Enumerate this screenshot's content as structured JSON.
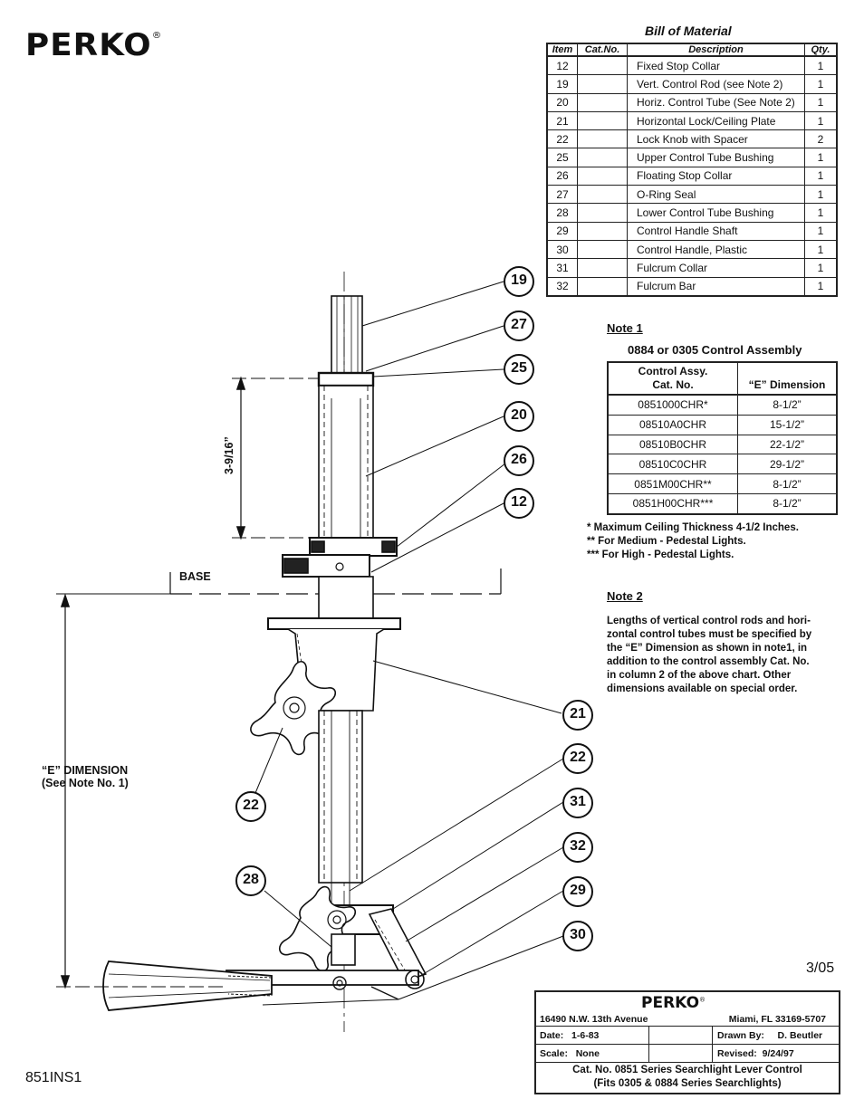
{
  "logo": {
    "text": "PERKO",
    "reg": "®"
  },
  "bom": {
    "title": "Bill of Material",
    "headers": [
      "Item",
      "Cat.No.",
      "Description",
      "Qty."
    ],
    "rows": [
      {
        "item": "12",
        "cat": "",
        "desc": "Fixed Stop Collar",
        "qty": "1"
      },
      {
        "item": "19",
        "cat": "",
        "desc": "Vert. Control Rod (see Note 2)",
        "qty": "1"
      },
      {
        "item": "20",
        "cat": "",
        "desc": "Horiz. Control Tube (See Note 2)",
        "qty": "1"
      },
      {
        "item": "21",
        "cat": "",
        "desc": "Horizontal Lock/Ceiling Plate",
        "qty": "1"
      },
      {
        "item": "22",
        "cat": "",
        "desc": "Lock Knob with Spacer",
        "qty": "2"
      },
      {
        "item": "25",
        "cat": "",
        "desc": "Upper Control Tube Bushing",
        "qty": "1"
      },
      {
        "item": "26",
        "cat": "",
        "desc": "Floating Stop Collar",
        "qty": "1"
      },
      {
        "item": "27",
        "cat": "",
        "desc": "O-Ring Seal",
        "qty": "1"
      },
      {
        "item": "28",
        "cat": "",
        "desc": "Lower Control Tube Bushing",
        "qty": "1"
      },
      {
        "item": "29",
        "cat": "",
        "desc": "Control Handle Shaft",
        "qty": "1"
      },
      {
        "item": "30",
        "cat": "",
        "desc": "Control Handle, Plastic",
        "qty": "1"
      },
      {
        "item": "31",
        "cat": "",
        "desc": "Fulcrum Collar",
        "qty": "1"
      },
      {
        "item": "32",
        "cat": "",
        "desc": "Fulcrum Bar",
        "qty": "1"
      }
    ]
  },
  "note1": {
    "heading": "Note 1",
    "title": "0884 or 0305 Control Assembly",
    "col1_line1": "Control Assy.",
    "col1_line2": "Cat. No.",
    "col2": "“E” Dimension",
    "rows": [
      {
        "cat": "0851000CHR*",
        "dim": "8-1/2”"
      },
      {
        "cat": "08510A0CHR",
        "dim": "15-1/2”"
      },
      {
        "cat": "08510B0CHR",
        "dim": "22-1/2”"
      },
      {
        "cat": "08510C0CHR",
        "dim": "29-1/2”"
      },
      {
        "cat": "0851M00CHR**",
        "dim": "8-1/2”"
      },
      {
        "cat": "0851H00CHR***",
        "dim": "8-1/2”"
      }
    ],
    "footnotes": [
      "* Maximum Ceiling Thickness 4-1/2 Inches.",
      "** For Medium - Pedestal Lights.",
      "*** For High - Pedestal Lights."
    ]
  },
  "note2": {
    "heading": "Note 2",
    "lines": [
      "Lengths of vertical control rods and hori-",
      "zontal control tubes must be specified by",
      "the “E” Dimension as shown in note1, in",
      "addition to the control assembly Cat. No.",
      "in column 2 of the above chart. Other",
      "dimensions available on special order."
    ]
  },
  "drawing": {
    "dim_label": "3-9/16”",
    "base_label": "BASE",
    "e_dim_line1": "“E” DIMENSION",
    "e_dim_line2": "(See Note No. 1)",
    "callouts_right": [
      "19",
      "27",
      "25",
      "20",
      "26",
      "12",
      "21",
      "22",
      "31",
      "32",
      "29",
      "30"
    ],
    "callouts_left": [
      "22",
      "28"
    ]
  },
  "revision": "3/05",
  "doc_number": "851INS1",
  "title_block": {
    "logo": "PERKO",
    "address": "16490 N.W. 13th Avenue",
    "city": "Miami, FL 33169-5707",
    "date_label": "Date:",
    "date": "1-6-83",
    "drawn_label": "Drawn By:",
    "drawn_by": "D. Beutler",
    "scale_label": "Scale:",
    "scale": "None",
    "revised_label": "Revised:",
    "revised": "9/24/97",
    "title_line1": "Cat. No. 0851 Series Searchlight Lever Control",
    "title_line2": "(Fits 0305 & 0884 Series Searchlights)"
  }
}
